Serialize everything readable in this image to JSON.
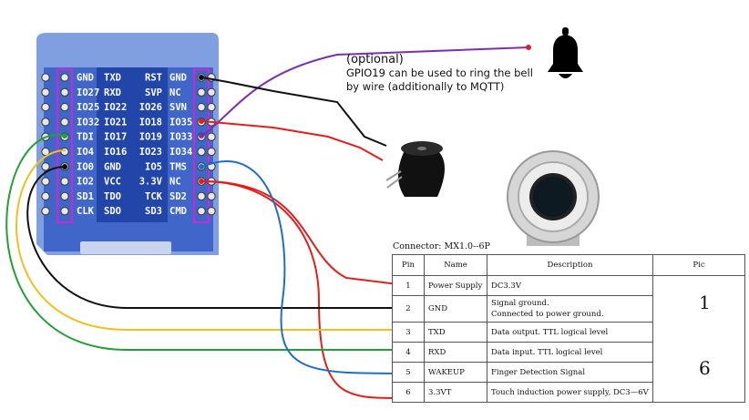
{
  "note": {
    "optional": "(optional)",
    "text": "GPIO19 can be used to ring the bell by wire (additionally to MQTT)"
  },
  "board": {
    "left_outer": [
      "",
      "",
      "",
      "",
      "",
      "",
      "",
      "",
      "",
      ""
    ],
    "left_labels": [
      "GND",
      "IO27",
      "IO25",
      "IO32",
      "TDI",
      "IO4",
      "IO0",
      "IO2",
      "SD1",
      "CLK"
    ],
    "inner_left": [
      "TXD",
      "RXD",
      "IO22",
      "IO21",
      "IO17",
      "IO16",
      "GND",
      "VCC",
      "TDO",
      "SDO"
    ],
    "inner_right": [
      "RST",
      "SVP",
      "IO26",
      "IO18",
      "IO19",
      "IO23",
      "IO5",
      "3.3V",
      "TCK",
      "SD3"
    ],
    "right_labels": [
      "GND",
      "NC",
      "SVN",
      "IO35",
      "IO33",
      "IO34",
      "TMS",
      "NC",
      "SD2",
      "CMD"
    ]
  },
  "connector": {
    "title": "Connector: MX1.0--6P",
    "headers": [
      "Pin",
      "Name",
      "Description",
      "Pic"
    ],
    "rows": [
      {
        "pin": "1",
        "name": "Power Supply",
        "desc": "DC3.3V",
        "desc2": "",
        "dot": "#e0201e"
      },
      {
        "pin": "2",
        "name": "GND",
        "desc": "Signal ground.",
        "desc2": "Connected to power ground.",
        "dot": "#111111"
      },
      {
        "pin": "3",
        "name": "TXD",
        "desc": "Data output. TTL logical level",
        "desc2": "",
        "dot": "#f0c020"
      },
      {
        "pin": "4",
        "name": "RXD",
        "desc": "Data input. TTL logical level",
        "desc2": "",
        "dot": "#22a035"
      },
      {
        "pin": "5",
        "name": "WAKEUP",
        "desc": "Finger Detection Signal",
        "desc2": "",
        "dot": "#1f6fc0"
      },
      {
        "pin": "6",
        "name": "3.3VT",
        "desc": "Touch induction power supply, DC3—6V",
        "desc2": "",
        "dot": "#e0201e"
      }
    ],
    "pic_top": "1",
    "pic_bottom": "6"
  },
  "colors": {
    "board": "#3a62c8",
    "board_edge": "#7f9fe0",
    "header_outline": "#c82bd6",
    "red": "#e0201e",
    "black": "#111111",
    "yellow": "#f0c020",
    "green": "#22a035",
    "blue": "#1f6fc0",
    "purple": "#7a2fb0"
  },
  "icons": {
    "bell": "bell-icon",
    "buzzer": "buzzer-icon",
    "sensor": "fingerprint-sensor-icon"
  }
}
